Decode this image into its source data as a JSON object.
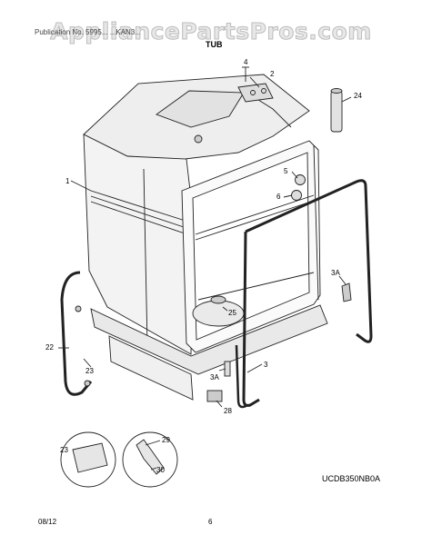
{
  "watermark": "AppliancePartsPros.com",
  "header": {
    "text": "Publication No. 5995...  ...KAN3...",
    "title": "TUB"
  },
  "callouts": {
    "c4": "4",
    "c2": "2",
    "c24": "24",
    "c1": "1",
    "c5": "5",
    "c6": "6",
    "c3a_right": "3A",
    "c25": "25",
    "c22": "22",
    "c23": "23",
    "c3a_bottom": "3A",
    "c3": "3",
    "c28": "28",
    "c23_inset": "23",
    "c29": "29",
    "c30": "30"
  },
  "model_code": "UCDB350NB0A",
  "footer": {
    "date": "08/12",
    "page": "6"
  }
}
